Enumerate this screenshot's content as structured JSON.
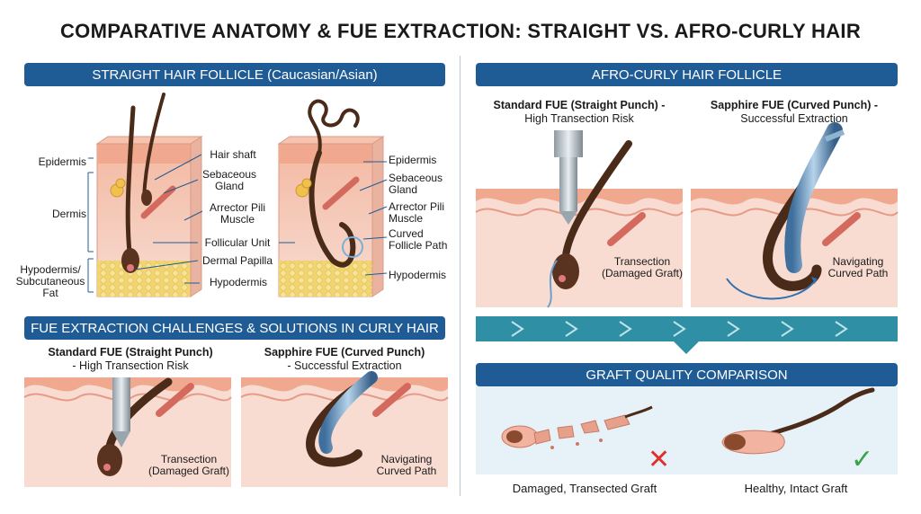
{
  "title": "COMPARATIVE ANATOMY & FUE EXTRACTION: STRAIGHT VS. AFRO-CURLY HAIR",
  "colors": {
    "banner": "#1f5c96",
    "epidermis": "#f3b9a2",
    "dermis": "#f6d1c6",
    "fat": "#f1d572",
    "hair": "#4a2a18",
    "teal": "#2f8fa4",
    "cross": "#e0302a",
    "check": "#3aa34a"
  },
  "straight_section": {
    "banner": "STRAIGHT HAIR FOLLICLE (Caucasian/Asian)",
    "left_labels": {
      "epidermis": "Epidermis",
      "dermis": "Dermis",
      "hypodermis": "Hypodermis/ Subcutaneous Fat"
    },
    "middle_labels": {
      "hair_shaft": "Hair shaft",
      "sebaceous_gland": "Sebaceous Gland",
      "arrector_pili": "Arrector Pili Muscle",
      "follicular_unit": "Follicular Unit",
      "dermal_papilla": "Dermal Papilla",
      "hypodermis": "Hypodermis"
    },
    "right_labels": {
      "epidermis": "Epidermis",
      "sebaceous_gland": "Sebaceous Gland",
      "arrector_pili": "Arrector Pili Muscle",
      "curved_path": "Curved Follicle Path",
      "hypodermis": "Hypodermis"
    }
  },
  "challenges_section": {
    "banner": "FUE EXTRACTION CHALLENGES & SOLUTIONS IN CURLY HAIR",
    "standard_title": "Standard FUE (Straight Punch)",
    "standard_sub": "- High Transection Risk",
    "sapphire_title": "Sapphire FUE (Curved Punch)",
    "sapphire_sub": "- Successful Extraction",
    "transection": "Transection (Damaged Graft)",
    "navigating": "Navigating Curved Path"
  },
  "afro_section": {
    "banner": "AFRO-CURLY HAIR FOLLICLE",
    "standard_title": "Standard FUE (Straight Punch) -",
    "standard_sub": "High Transection Risk",
    "sapphire_title": "Sapphire FUE (Curved Punch) -",
    "sapphire_sub": "Successful Extraction",
    "transection": "Transection (Damaged Graft)",
    "navigating": "Navigating Curved Path"
  },
  "graft_section": {
    "banner": "GRAFT QUALITY COMPARISON",
    "damaged": "Damaged, Transected Graft",
    "healthy": "Healthy, Intact Graft"
  }
}
